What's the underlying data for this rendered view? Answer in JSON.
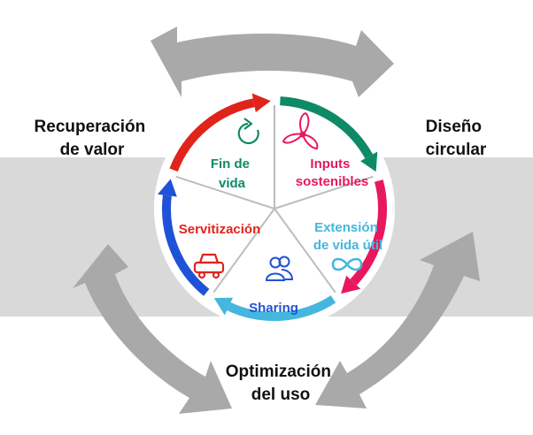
{
  "background": {
    "band_color": "#d9d9d9",
    "big_arrow_color": "#a9a9a9"
  },
  "outer_labels": {
    "top_left": [
      "Recuperación",
      "de valor"
    ],
    "top_right": [
      "Diseño",
      "circular"
    ],
    "bottom": [
      "Optimización",
      "del uso"
    ]
  },
  "segments": [
    {
      "id": "fin-de-vida",
      "lines": [
        "Fin de",
        "vida"
      ],
      "color": "#0e8a66",
      "icon": "cycle-arrow-icon"
    },
    {
      "id": "inputs-sostenibles",
      "lines": [
        "Inputs",
        "sostenibles"
      ],
      "color": "#e8185f",
      "icon": "wind-turbine-icon"
    },
    {
      "id": "extension-vida-util",
      "lines": [
        "Extensión",
        "de vida útil"
      ],
      "color": "#45b6de",
      "icon": "infinity-icon"
    },
    {
      "id": "sharing",
      "lines": [
        "Sharing"
      ],
      "color": "#1f52d6",
      "icon": "people-icon"
    },
    {
      "id": "servitizacion",
      "lines": [
        "Servitización"
      ],
      "color": "#e0231b",
      "icon": "car-icon"
    }
  ]
}
